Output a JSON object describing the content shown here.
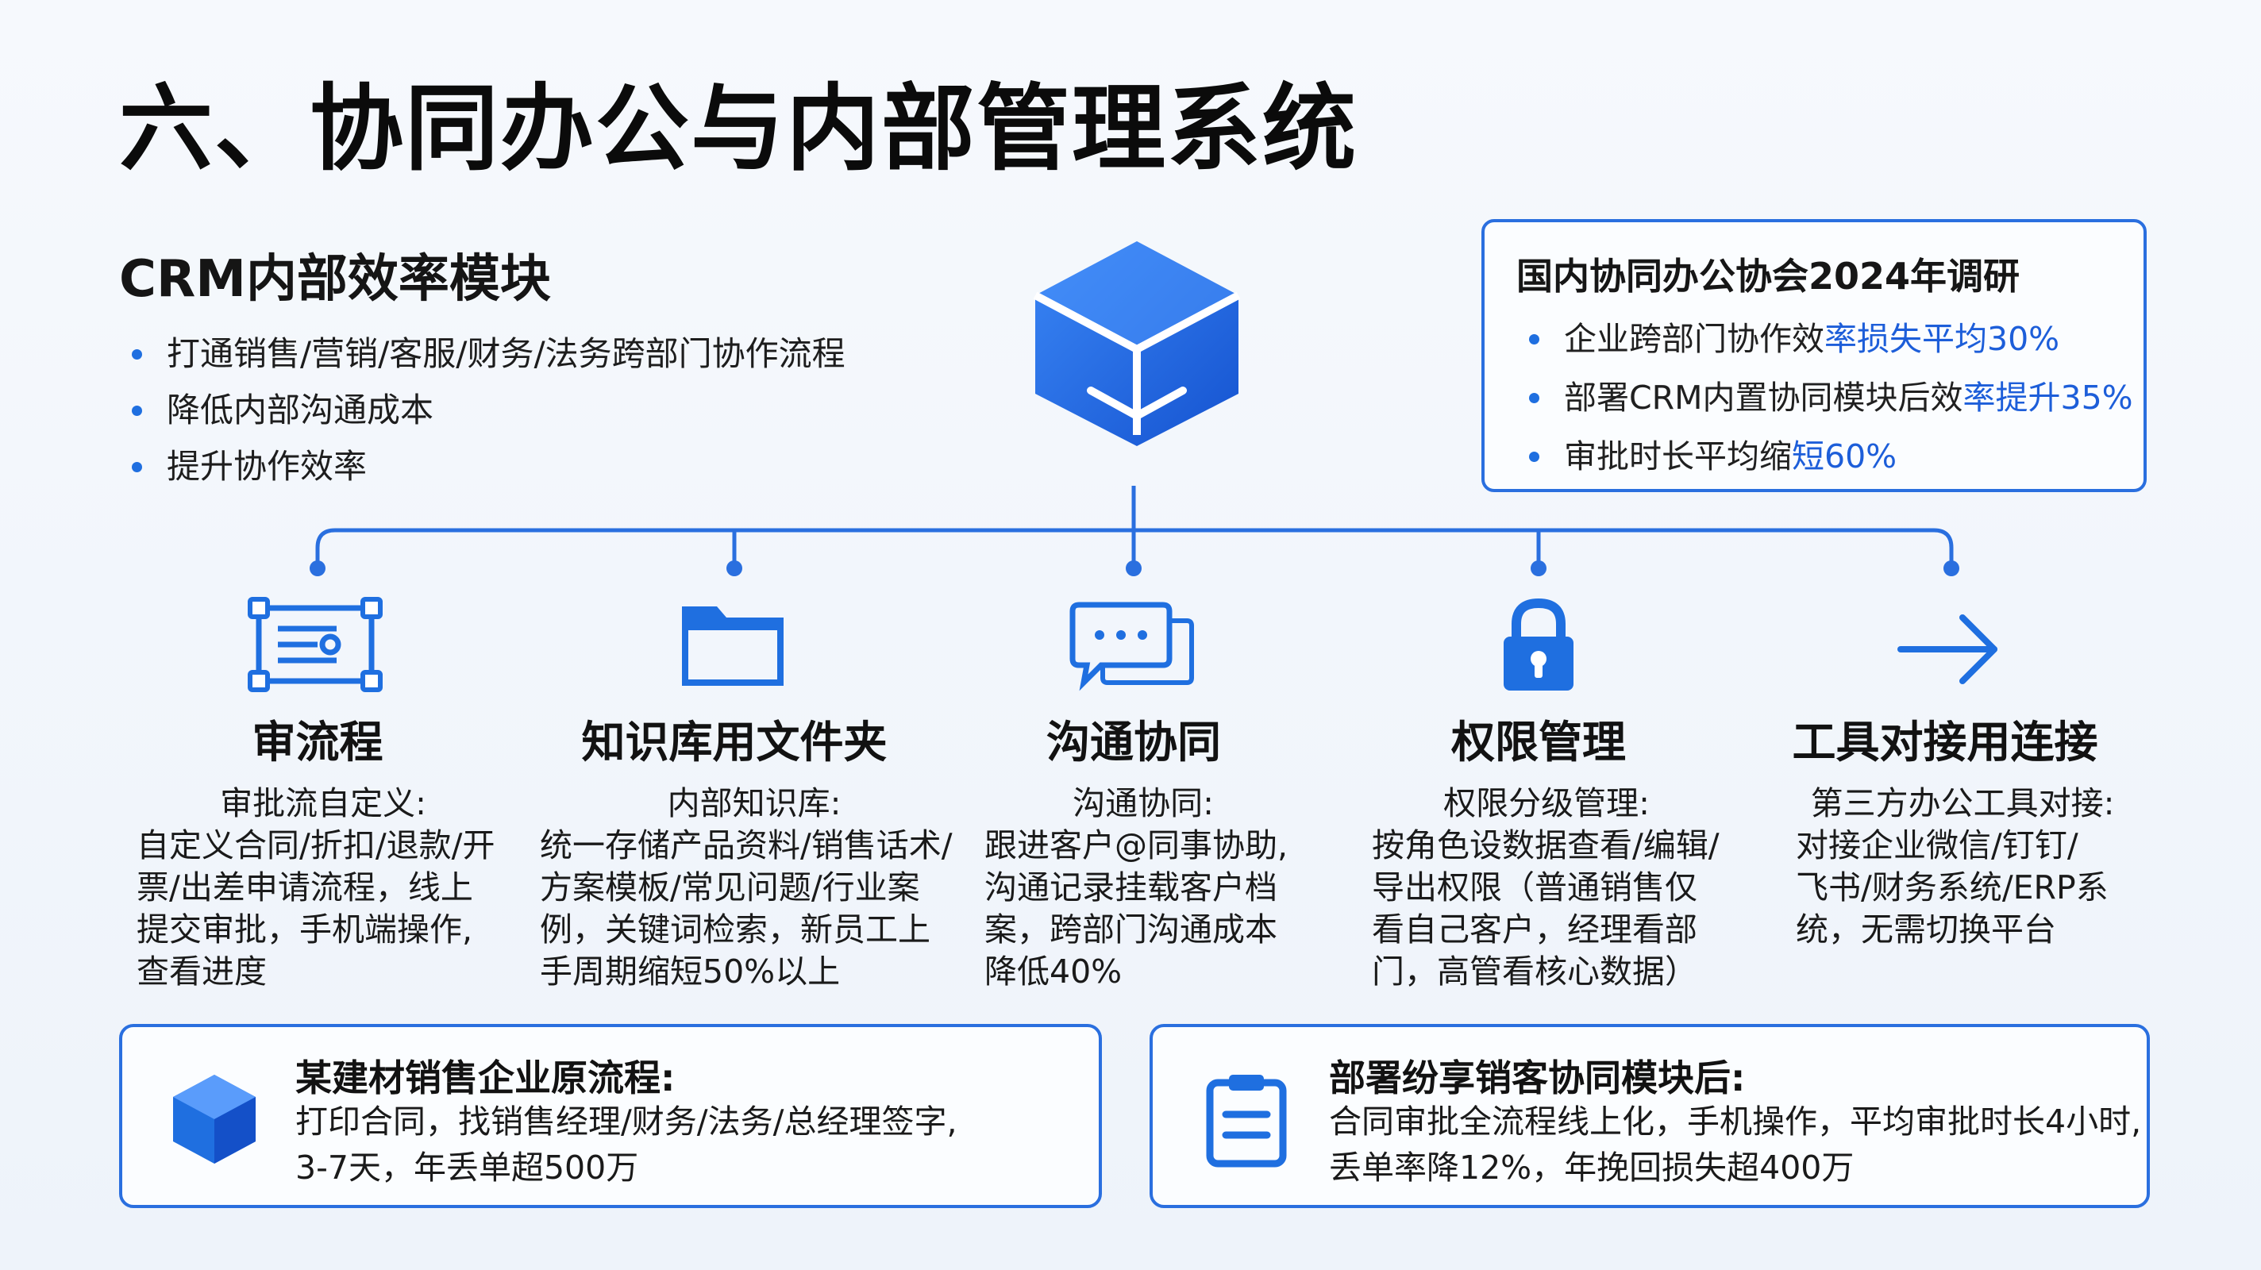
{
  "title": "六、协同办公与内部管理系统",
  "crm": {
    "title": "CRM内部效率模块",
    "bullets": [
      "打通销售/营销/客服/财务/法务跨部门协作流程",
      "降低内部沟通成本",
      "提升协作效率"
    ]
  },
  "survey": {
    "title": "国内协同办公协会2024年调研",
    "items": [
      {
        "text": "企业跨部门协作效",
        "highlight": "率损失平均30%"
      },
      {
        "text": "部署CRM内置协同模块后效",
        "highlight": "率提升35%"
      },
      {
        "text": "审批时长平均缩",
        "highlight": "短60%"
      }
    ]
  },
  "features": [
    {
      "icon": "approval-flow-icon",
      "title": "审流程",
      "subtitle": "审批流自定义:",
      "lines": [
        "自定义合同/折扣/退款/开",
        "票/出差申请流程，线上",
        "提交审批，手机端操作,",
        "查看进度"
      ]
    },
    {
      "icon": "folder-icon",
      "title": "知识库用文件夹",
      "subtitle": "内部知识库:",
      "lines": [
        "统一存储产品资料/销售话术/",
        "方案模板/常见问题/行业案",
        "例，关键词检索，新员工上",
        "手周期缩短50%以上"
      ]
    },
    {
      "icon": "chat-bubbles-icon",
      "title": "沟通协同",
      "subtitle": "沟通协同:",
      "lines": [
        "跟进客户@同事协助,",
        "沟通记录挂载客户档",
        "案，跨部门沟通成本",
        "降低40%"
      ]
    },
    {
      "icon": "lock-icon",
      "title": "权限管理",
      "subtitle": "权限分级管理:",
      "lines": [
        "按角色设数据查看/编辑/",
        "导出权限（普通销售仅",
        "看自己客户，经理看部",
        "门，高管看核心数据）"
      ]
    },
    {
      "icon": "arrow-right-icon",
      "title": "工具对接用连接",
      "subtitle": "第三方办公工具对接:",
      "lines": [
        "对接企业微信/钉钉/",
        "飞书/财务系统/ERP系",
        "统，无需切换平台"
      ]
    }
  ],
  "case_before": {
    "icon": "cube-icon",
    "title": "某建材销售企业原流程:",
    "lines": [
      "打印合同，找销售经理/财务/法务/总经理签字,",
      "3-7天，年丢单超500万"
    ]
  },
  "case_after": {
    "icon": "document-icon",
    "title": "部署纷享销客协同模块后:",
    "lines": [
      "合同审批全流程线上化，手机操作，平均审批时长4小时,",
      "丢单率降12%，年挽回损失超400万"
    ]
  },
  "colors": {
    "accent": "#1f6fe0",
    "border": "#2a6fdf",
    "highlight_text": "#1d5ed9"
  }
}
